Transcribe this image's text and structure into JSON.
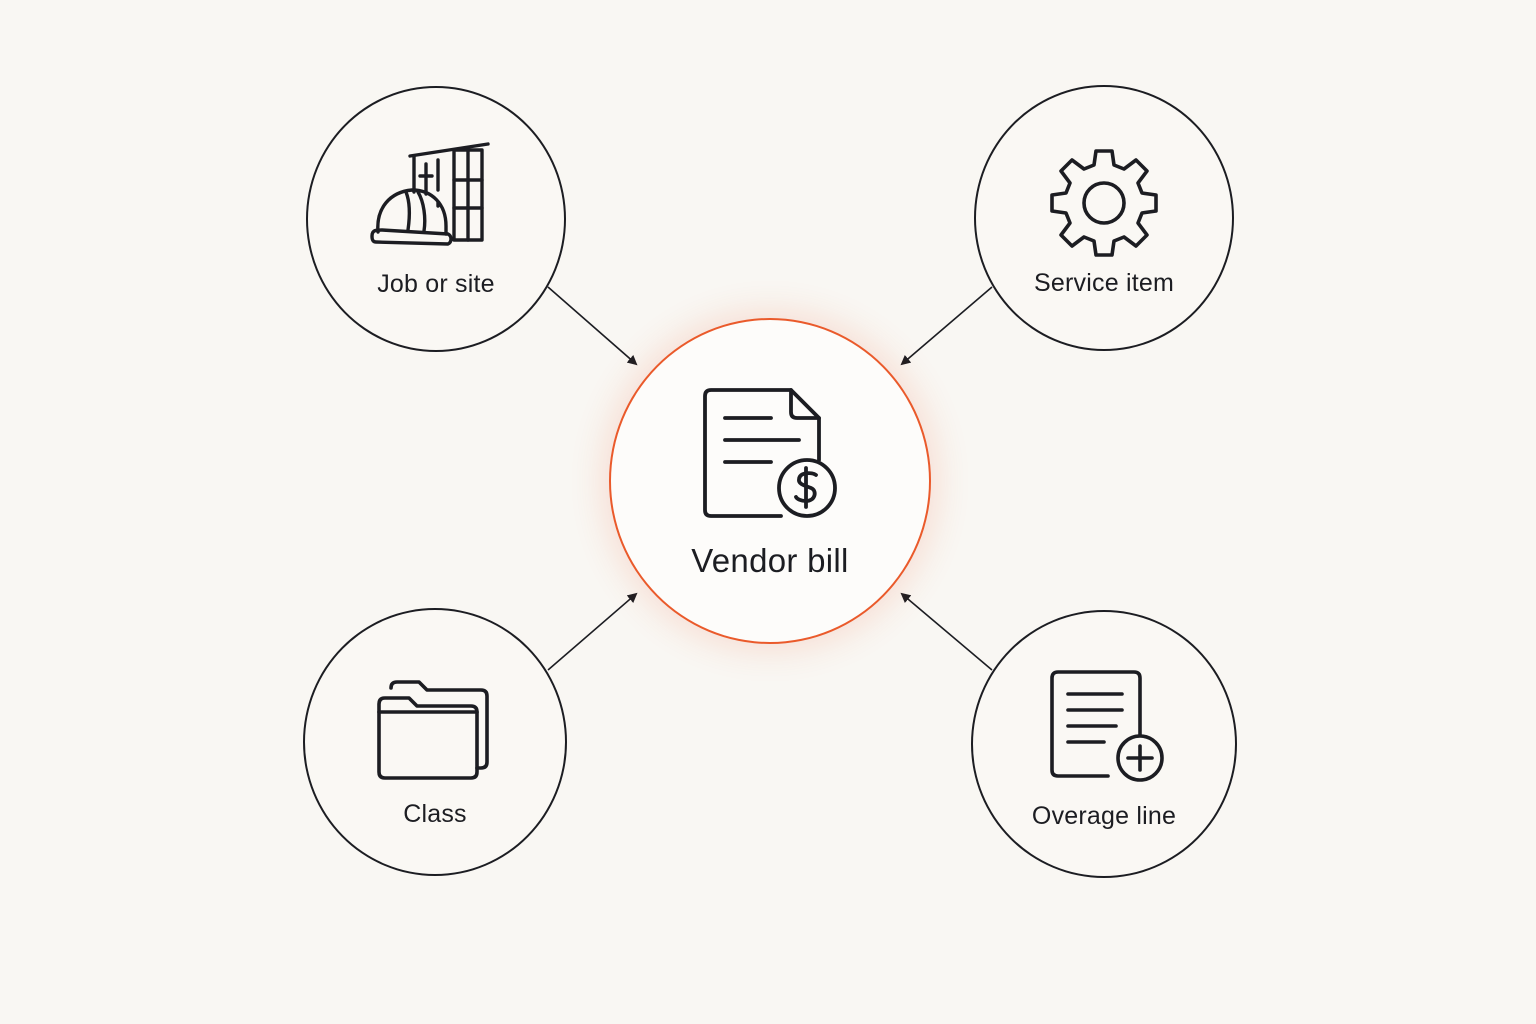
{
  "diagram": {
    "center": {
      "label": "Vendor bill",
      "icon": "bill-dollar-icon",
      "accent_color": "#ea5a2b"
    },
    "inputs": [
      {
        "label": "Job or site",
        "icon": "hardhat-building-icon"
      },
      {
        "label": "Service item",
        "icon": "gear-icon"
      },
      {
        "label": "Class",
        "icon": "folder-icon"
      },
      {
        "label": "Overage line",
        "icon": "document-plus-icon"
      }
    ],
    "connectors": [
      {
        "from": "Job or site",
        "to": "Vendor bill"
      },
      {
        "from": "Service item",
        "to": "Vendor bill"
      },
      {
        "from": "Class",
        "to": "Vendor bill"
      },
      {
        "from": "Overage line",
        "to": "Vendor bill"
      }
    ],
    "colors": {
      "stroke": "#1c1d22",
      "background": "#f9f7f3"
    }
  }
}
